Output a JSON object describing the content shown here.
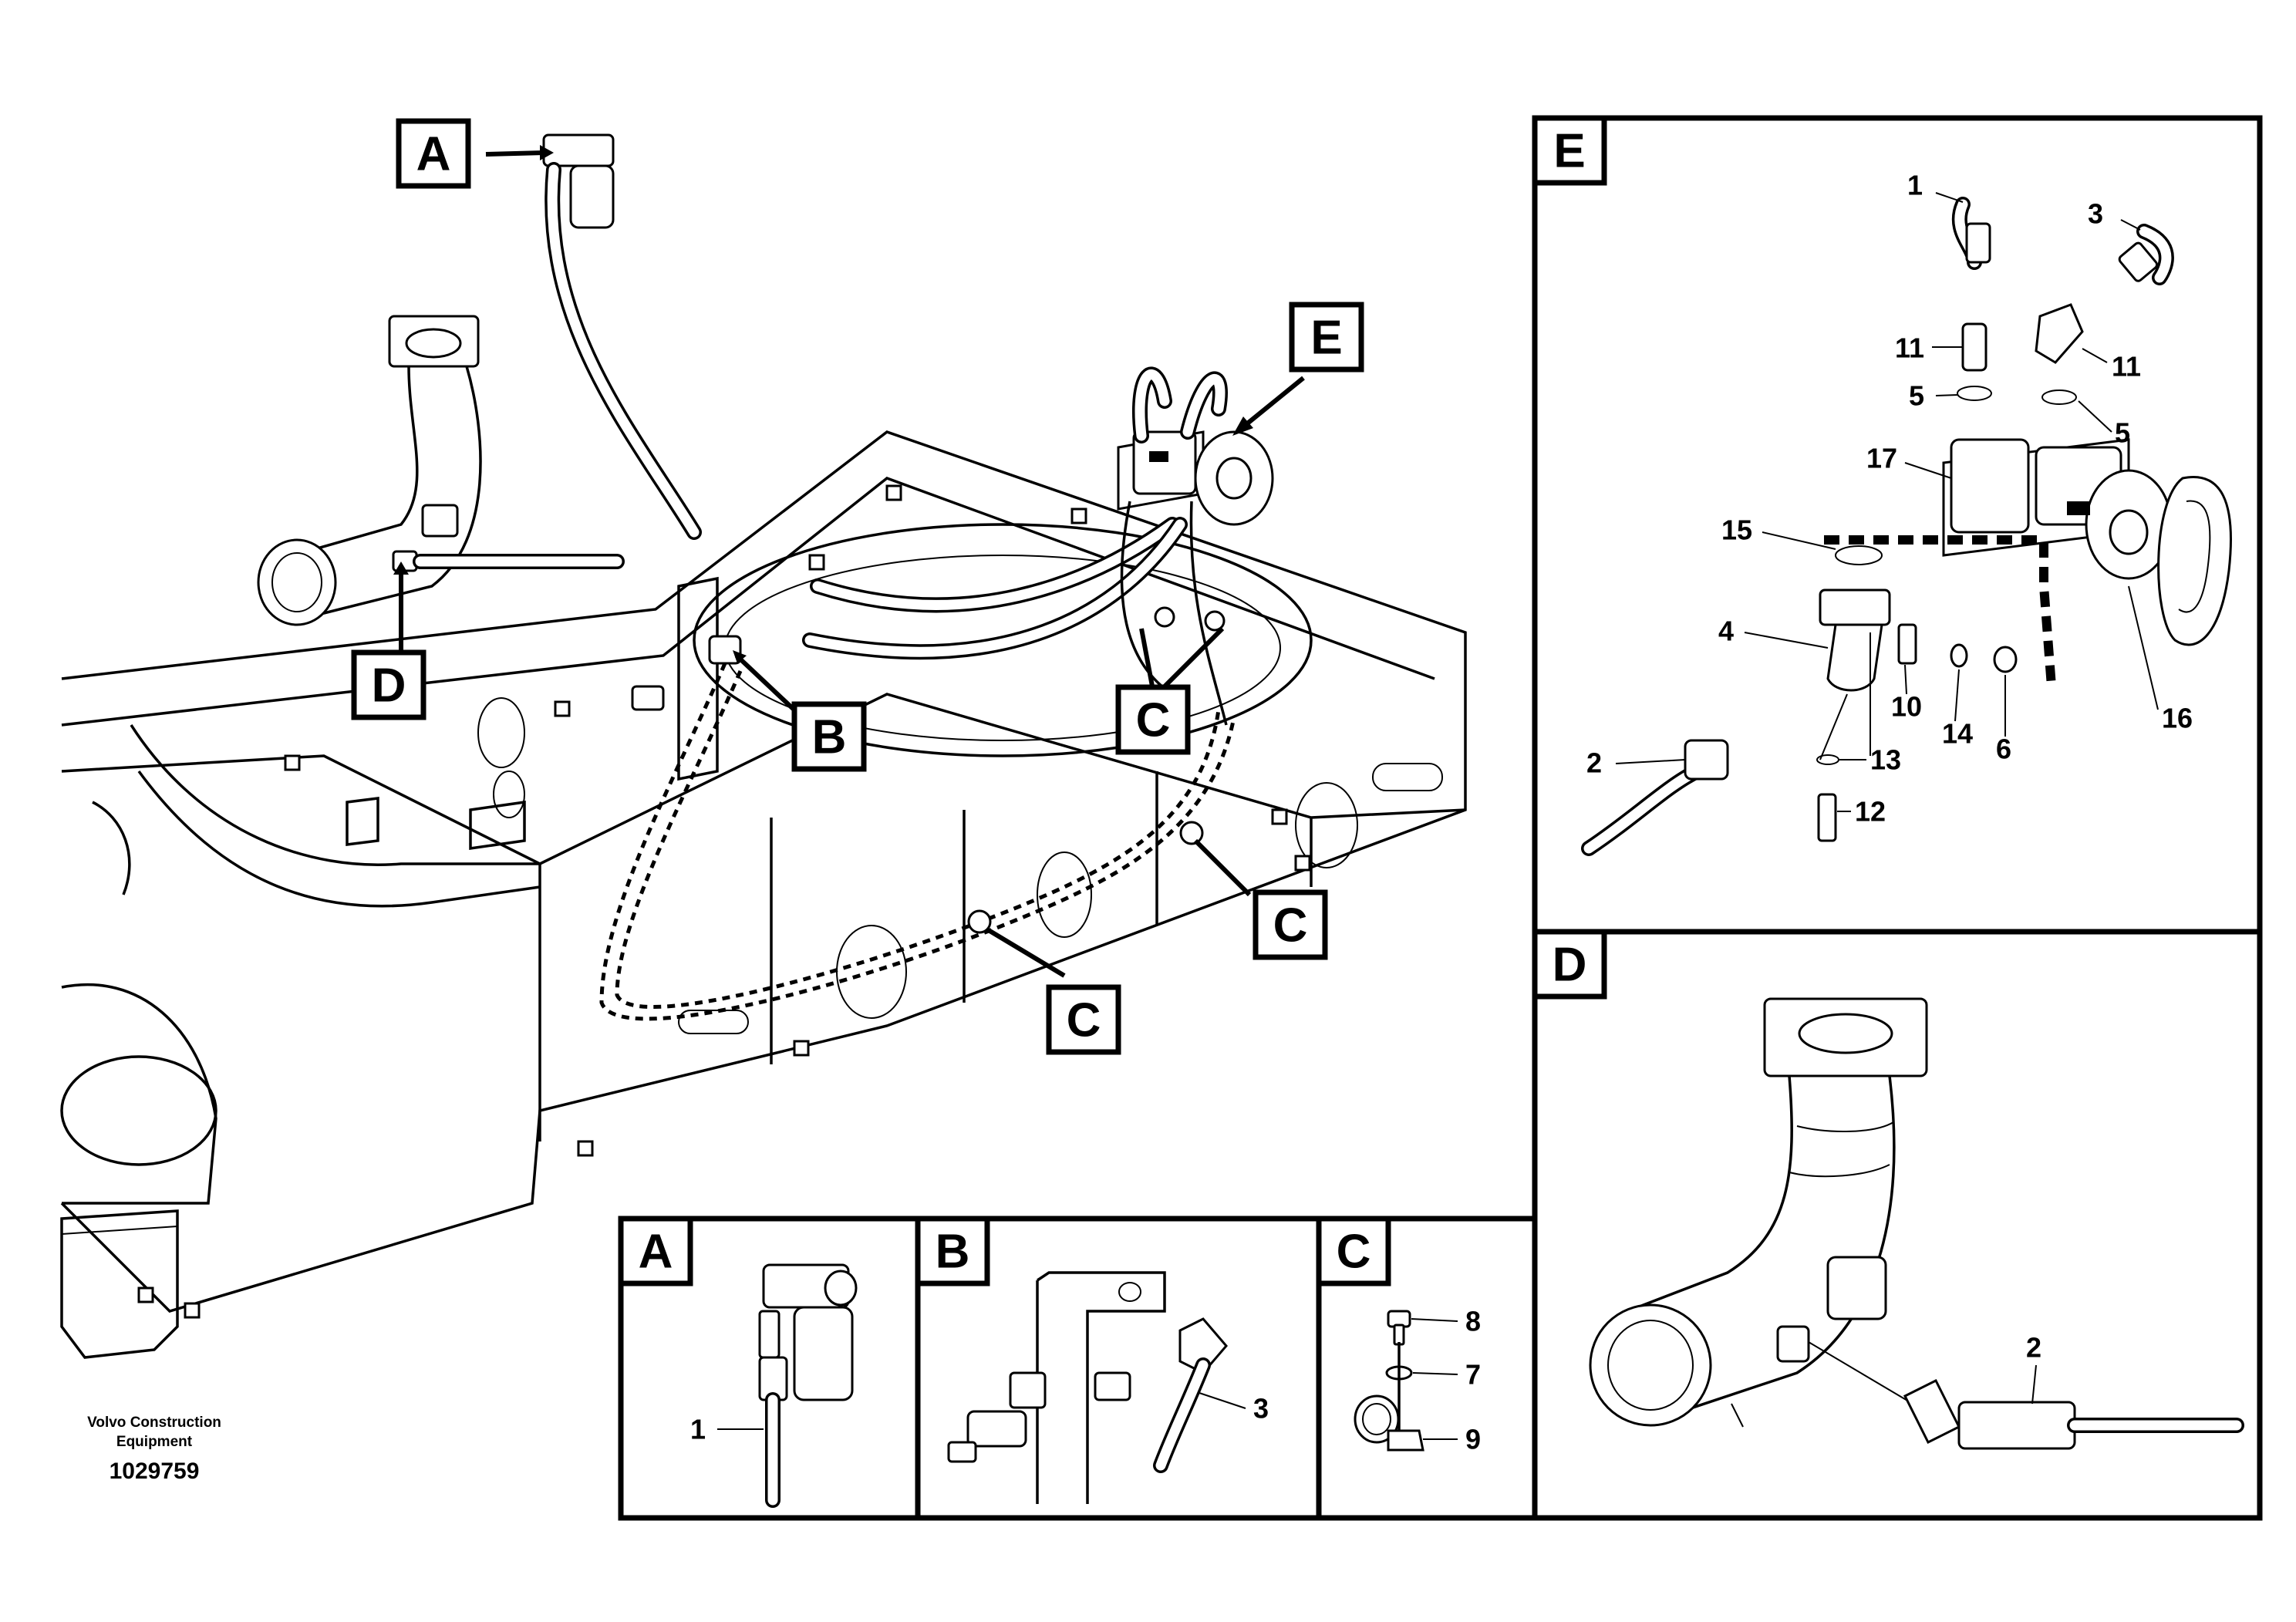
{
  "callouts": {
    "a": "A",
    "b": "B",
    "c": "C",
    "d": "D",
    "e": "E"
  },
  "panels": {
    "a": {
      "label": "A",
      "parts": [
        "1"
      ]
    },
    "b": {
      "label": "B",
      "parts": [
        "3"
      ]
    },
    "c": {
      "label": "C",
      "parts": [
        "8",
        "7",
        "9"
      ]
    },
    "d": {
      "label": "D",
      "parts": [
        "2"
      ]
    },
    "e": {
      "label": "E",
      "parts": [
        "1",
        "3",
        "11",
        "11",
        "5",
        "5",
        "17",
        "15",
        "4",
        "10",
        "14",
        "6",
        "16",
        "2",
        "13",
        "12"
      ]
    }
  },
  "footer": {
    "company_line1": "Volvo Construction",
    "company_line2": "Equipment",
    "drawing_number": "1029759"
  }
}
